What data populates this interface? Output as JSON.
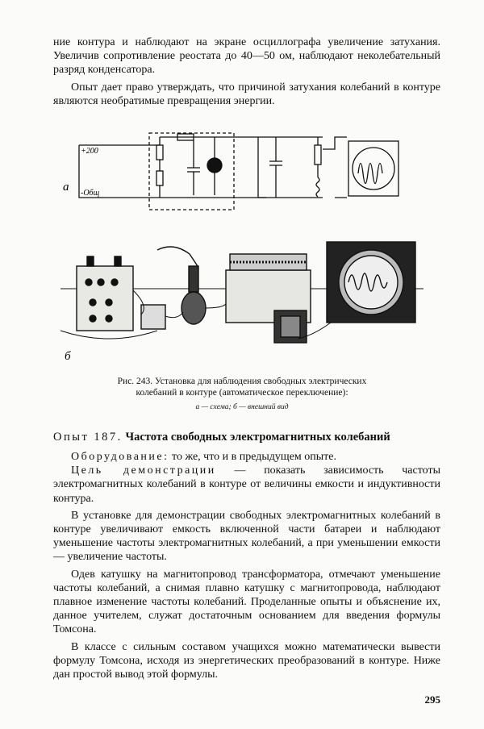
{
  "intro": {
    "p1": "ние контура и наблюдают на экране осциллографа увеличение затухания. Увеличив сопротивление реостата до 40—50 ом, наблюдают неколебательный разряд конденсатора.",
    "p2": "Опыт дает право утверждать, что причиной затухания колебаний в контуре являются необратимые превращения энергии."
  },
  "figure": {
    "label_a": "а",
    "label_b": "б",
    "term_plus": "+200",
    "term_common": "-Общ",
    "caption_line1": "Рис. 243. Установка для наблюдения свободных электрических",
    "caption_line2": "колебаний в контуре (автоматическое переключение):",
    "caption_line3": "а — схема; б — внешний вид"
  },
  "experiment": {
    "title_prefix": "Опыт 187.",
    "title": "Частота свободных электромагнитных колебаний",
    "equipment_label": "Оборудование:",
    "equipment": "то же, что и в предыдущем опыте.",
    "goal_label": "Цель демонстрации",
    "goal": "— показать зависимость частоты электромагнитных колебаний в контуре от величины емкости и индуктивности контура.",
    "p3": "В установке для демонстрации свободных электромагнитных колебаний в контуре увеличивают емкость включенной части батареи и наблюдают уменьшение частоты электромагнитных колебаний, а при уменьшении емкости — увеличение частоты.",
    "p4": "Одев катушку на магнитопровод трансформатора, отмечают уменьшение частоты колебаний, а снимая плавно катушку с магнитопровода, наблюдают плавное изменение частоты колебаний. Проделанные опыты и объяснение их, данное учителем, служат достаточным основанием для введения формулы Томсона.",
    "p5": "В классе с сильным составом учащихся можно математически вывести формулу Томсона, исходя из энергетических преобразований в контуре. Ниже дан простой вывод этой формулы."
  },
  "page_number": "295"
}
